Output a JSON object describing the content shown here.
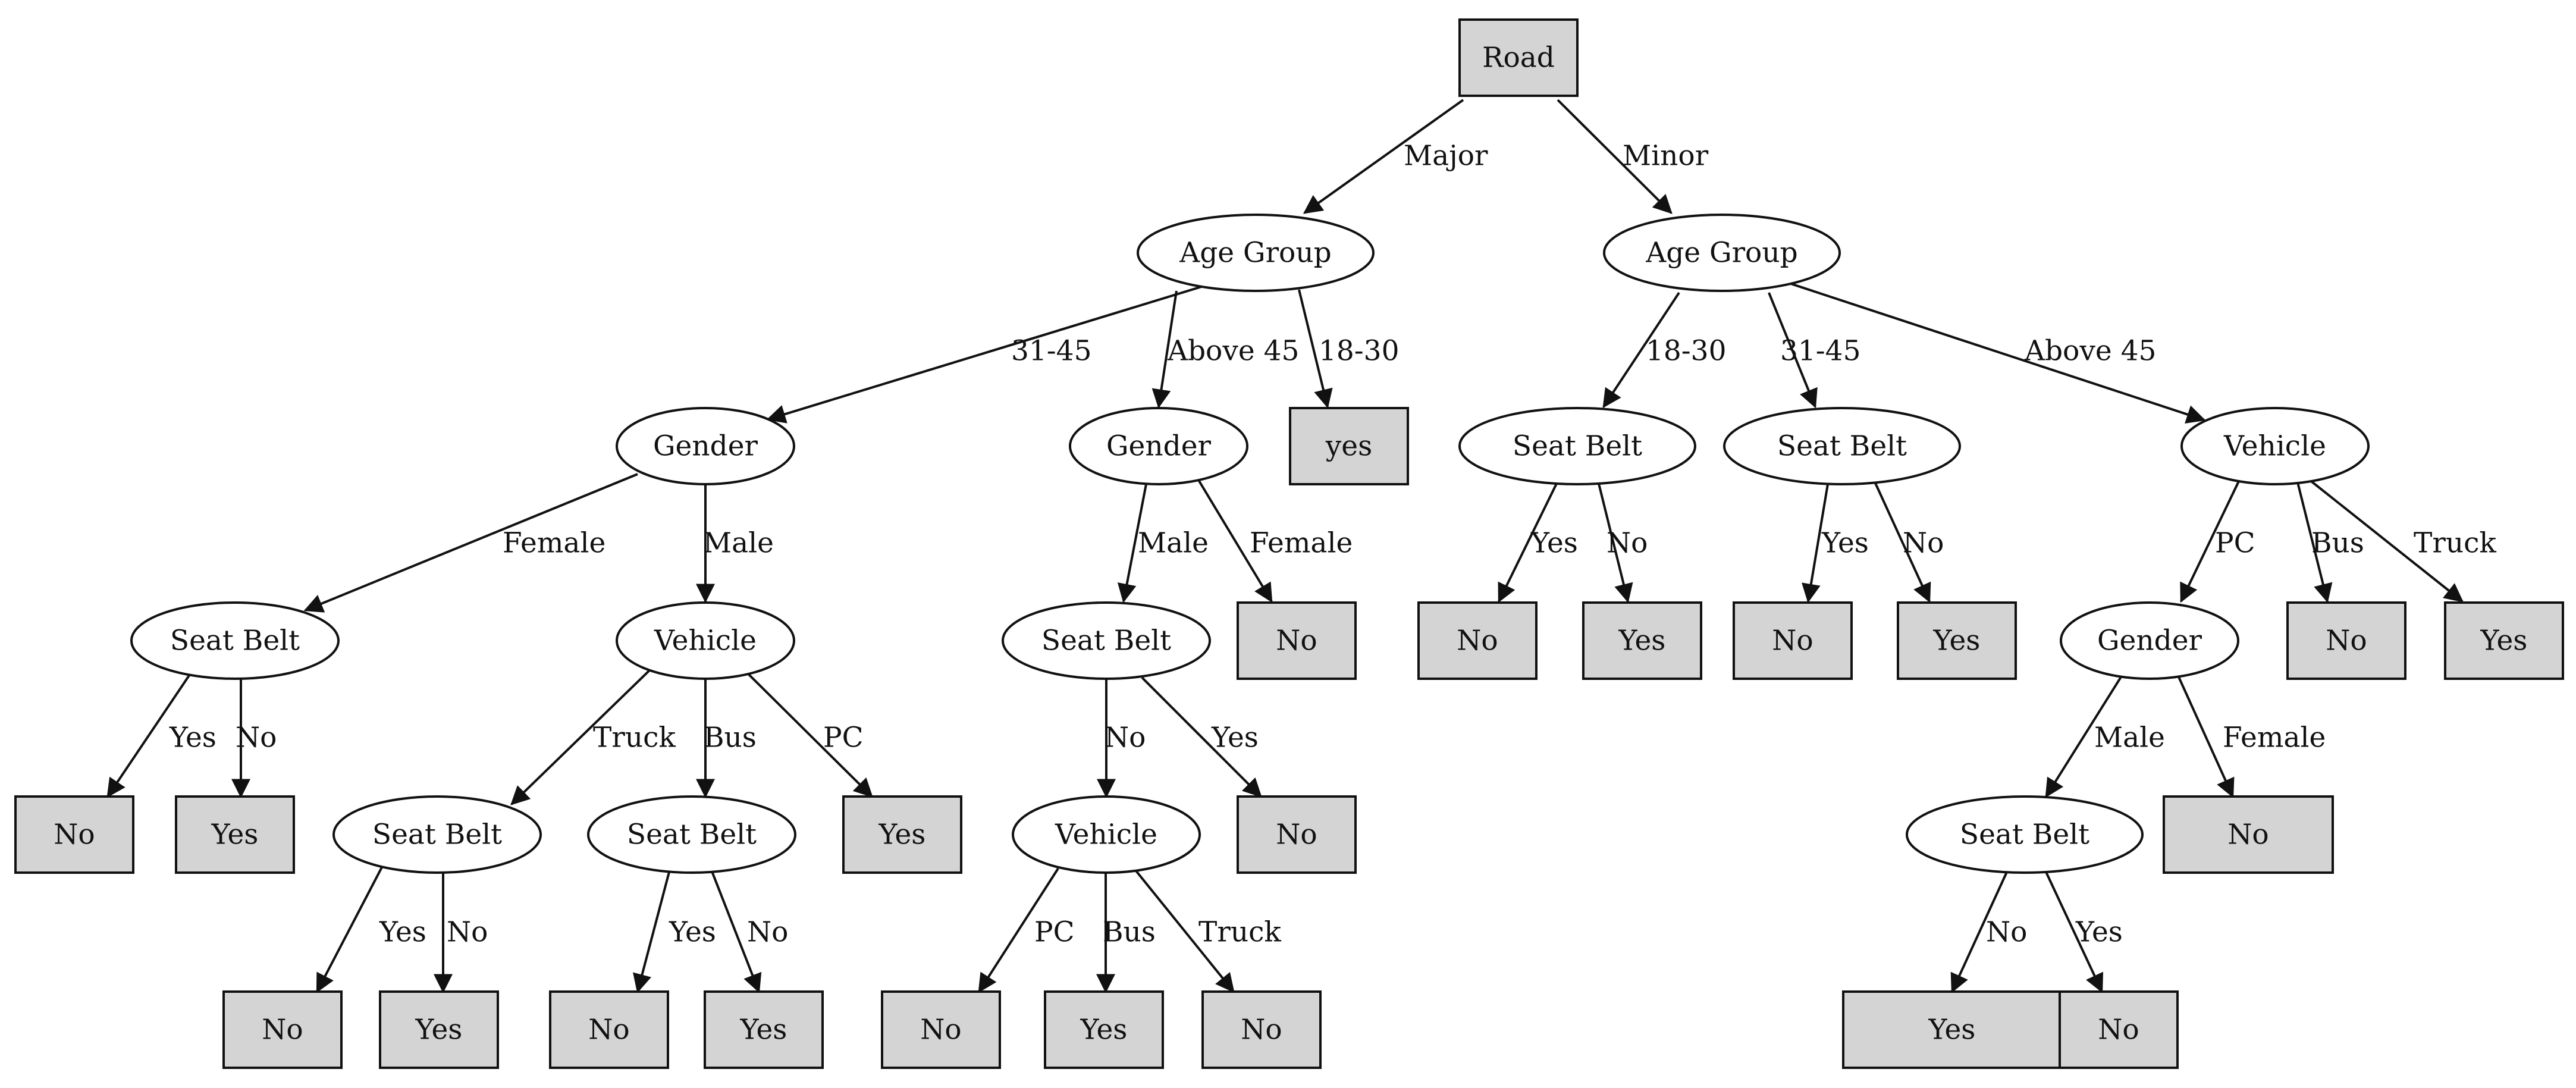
{
  "nodes": [
    {
      "id": "n1",
      "label": "Road",
      "kind": "leaf-like-root"
    },
    {
      "id": "n2",
      "label": "Age Group",
      "kind": "decision"
    },
    {
      "id": "n3",
      "label": "Age Group",
      "kind": "decision"
    },
    {
      "id": "n4",
      "label": "Gender",
      "kind": "decision"
    },
    {
      "id": "n5",
      "label": "Gender",
      "kind": "decision"
    },
    {
      "id": "n6",
      "label": "yes",
      "kind": "leaf"
    },
    {
      "id": "n7",
      "label": "Seat Belt",
      "kind": "decision"
    },
    {
      "id": "n8",
      "label": "Seat Belt",
      "kind": "decision"
    },
    {
      "id": "n9",
      "label": "Vehicle",
      "kind": "decision"
    },
    {
      "id": "n10",
      "label": "Seat Belt",
      "kind": "decision"
    },
    {
      "id": "n11",
      "label": "Vehicle",
      "kind": "decision"
    },
    {
      "id": "n12",
      "label": "Seat Belt",
      "kind": "decision"
    },
    {
      "id": "n13",
      "label": "No",
      "kind": "leaf"
    },
    {
      "id": "n14",
      "label": "No",
      "kind": "leaf"
    },
    {
      "id": "n15",
      "label": "Yes",
      "kind": "leaf"
    },
    {
      "id": "n16",
      "label": "No",
      "kind": "leaf"
    },
    {
      "id": "n17",
      "label": "Yes",
      "kind": "leaf"
    },
    {
      "id": "n18",
      "label": "Gender",
      "kind": "decision"
    },
    {
      "id": "n19",
      "label": "No",
      "kind": "leaf"
    },
    {
      "id": "n20",
      "label": "Yes",
      "kind": "leaf"
    },
    {
      "id": "n21",
      "label": "No",
      "kind": "leaf"
    },
    {
      "id": "n22",
      "label": "Yes",
      "kind": "leaf"
    },
    {
      "id": "n23",
      "label": "Seat Belt",
      "kind": "decision"
    },
    {
      "id": "n24",
      "label": "Seat Belt",
      "kind": "decision"
    },
    {
      "id": "n25",
      "label": "Yes",
      "kind": "leaf"
    },
    {
      "id": "n26",
      "label": "Vehicle",
      "kind": "decision"
    },
    {
      "id": "n27",
      "label": "No",
      "kind": "leaf"
    },
    {
      "id": "n28",
      "label": "Seat Belt",
      "kind": "decision"
    },
    {
      "id": "n29",
      "label": "No",
      "kind": "leaf"
    },
    {
      "id": "n30",
      "label": "No",
      "kind": "leaf"
    },
    {
      "id": "n31",
      "label": "Yes",
      "kind": "leaf"
    },
    {
      "id": "n32",
      "label": "No",
      "kind": "leaf"
    },
    {
      "id": "n33",
      "label": "Yes",
      "kind": "leaf"
    },
    {
      "id": "n34",
      "label": "No",
      "kind": "leaf"
    },
    {
      "id": "n35",
      "label": "Yes",
      "kind": "leaf"
    },
    {
      "id": "n36",
      "label": "No",
      "kind": "leaf"
    },
    {
      "id": "n37",
      "label": "Yes",
      "kind": "leaf"
    },
    {
      "id": "n38",
      "label": "No",
      "kind": "leaf"
    }
  ],
  "edges": [
    {
      "from": "n1",
      "to": "n2",
      "label": "Major"
    },
    {
      "from": "n1",
      "to": "n3",
      "label": "Minor"
    },
    {
      "from": "n2",
      "to": "n4",
      "label": "31-45"
    },
    {
      "from": "n2",
      "to": "n5",
      "label": "Above 45"
    },
    {
      "from": "n2",
      "to": "n6",
      "label": "18-30"
    },
    {
      "from": "n3",
      "to": "n7",
      "label": "18-30"
    },
    {
      "from": "n3",
      "to": "n8",
      "label": "31-45"
    },
    {
      "from": "n3",
      "to": "n9",
      "label": "Above 45"
    },
    {
      "from": "n4",
      "to": "n10",
      "label": "Female"
    },
    {
      "from": "n4",
      "to": "n11",
      "label": "Male"
    },
    {
      "from": "n5",
      "to": "n12",
      "label": "Male"
    },
    {
      "from": "n5",
      "to": "n13",
      "label": "Female"
    },
    {
      "from": "n7",
      "to": "n14",
      "label": "Yes"
    },
    {
      "from": "n7",
      "to": "n15",
      "label": "No"
    },
    {
      "from": "n8",
      "to": "n16",
      "label": "Yes"
    },
    {
      "from": "n8",
      "to": "n17",
      "label": "No"
    },
    {
      "from": "n9",
      "to": "n18",
      "label": "PC"
    },
    {
      "from": "n9",
      "to": "n19",
      "label": "Bus"
    },
    {
      "from": "n9",
      "to": "n20",
      "label": "Truck"
    },
    {
      "from": "n10",
      "to": "n21",
      "label": "Yes"
    },
    {
      "from": "n10",
      "to": "n22",
      "label": "No"
    },
    {
      "from": "n11",
      "to": "n23",
      "label": "Truck"
    },
    {
      "from": "n11",
      "to": "n24",
      "label": "Bus"
    },
    {
      "from": "n11",
      "to": "n25",
      "label": "PC"
    },
    {
      "from": "n12",
      "to": "n26",
      "label": "No"
    },
    {
      "from": "n12",
      "to": "n27",
      "label": "Yes"
    },
    {
      "from": "n18",
      "to": "n28",
      "label": "Male"
    },
    {
      "from": "n18",
      "to": "n29",
      "label": "Female"
    },
    {
      "from": "n23",
      "to": "n30",
      "label": "Yes"
    },
    {
      "from": "n23",
      "to": "n31",
      "label": "No"
    },
    {
      "from": "n24",
      "to": "n32",
      "label": "Yes"
    },
    {
      "from": "n24",
      "to": "n33",
      "label": "No"
    },
    {
      "from": "n26",
      "to": "n34",
      "label": "PC"
    },
    {
      "from": "n26",
      "to": "n35",
      "label": "Bus"
    },
    {
      "from": "n26",
      "to": "n36",
      "label": "Truck"
    },
    {
      "from": "n28",
      "to": "n37",
      "label": "No"
    },
    {
      "from": "n28",
      "to": "n38",
      "label": "Yes"
    }
  ]
}
